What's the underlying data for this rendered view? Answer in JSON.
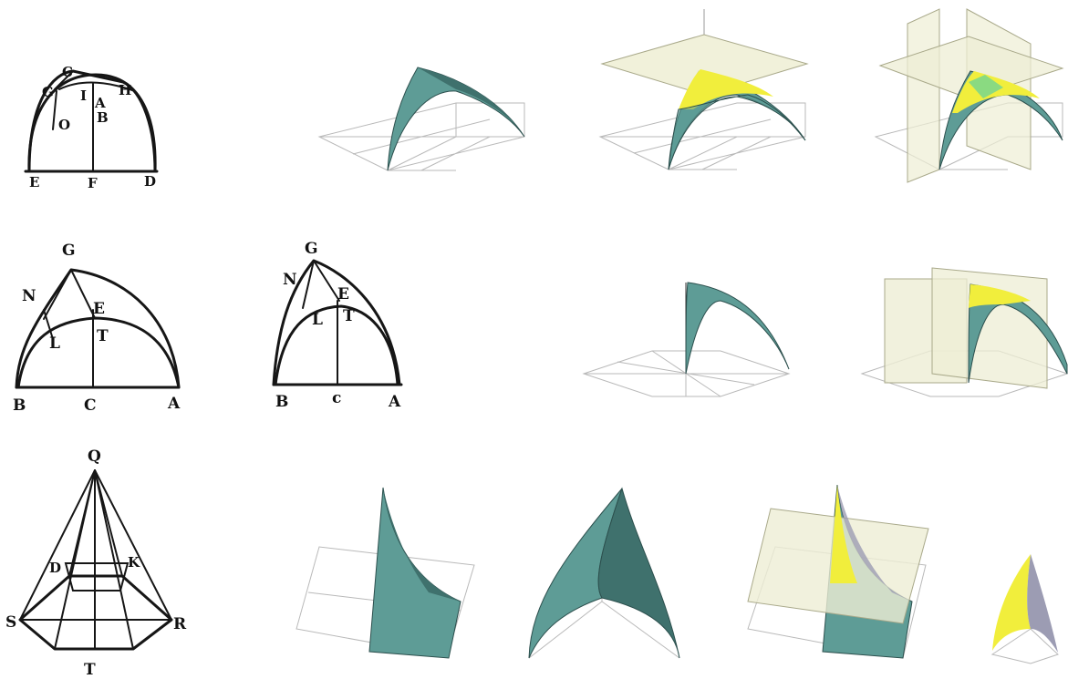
{
  "colors": {
    "surface_teal": "#5e9c96",
    "surface_teal_dark": "#3f716d",
    "highlight_yellow": "#f1ee3c",
    "plane_beige": "#eeeed4",
    "grid_gray": "#b9b9b9",
    "ink_black": "#161616",
    "underside_gray": "#9c9cb3"
  },
  "sketch1": {
    "C": "C",
    "G": "G",
    "H": "H",
    "I": "I",
    "A": "A",
    "O": "O",
    "B": "B",
    "E": "E",
    "F": "F",
    "D": "D"
  },
  "sketch2": {
    "G": "G",
    "N": "N",
    "E": "E",
    "L": "L",
    "T": "T",
    "B": "B",
    "C": "C",
    "A": "A"
  },
  "sketch3": {
    "G": "G",
    "N": "N",
    "E": "E",
    "L": "L",
    "T": "T",
    "B": "B",
    "c": "c",
    "A": "A"
  },
  "sketch4": {
    "Q": "Q",
    "D": "D",
    "K": "K",
    "S": "S",
    "R": "R",
    "T": "T"
  }
}
